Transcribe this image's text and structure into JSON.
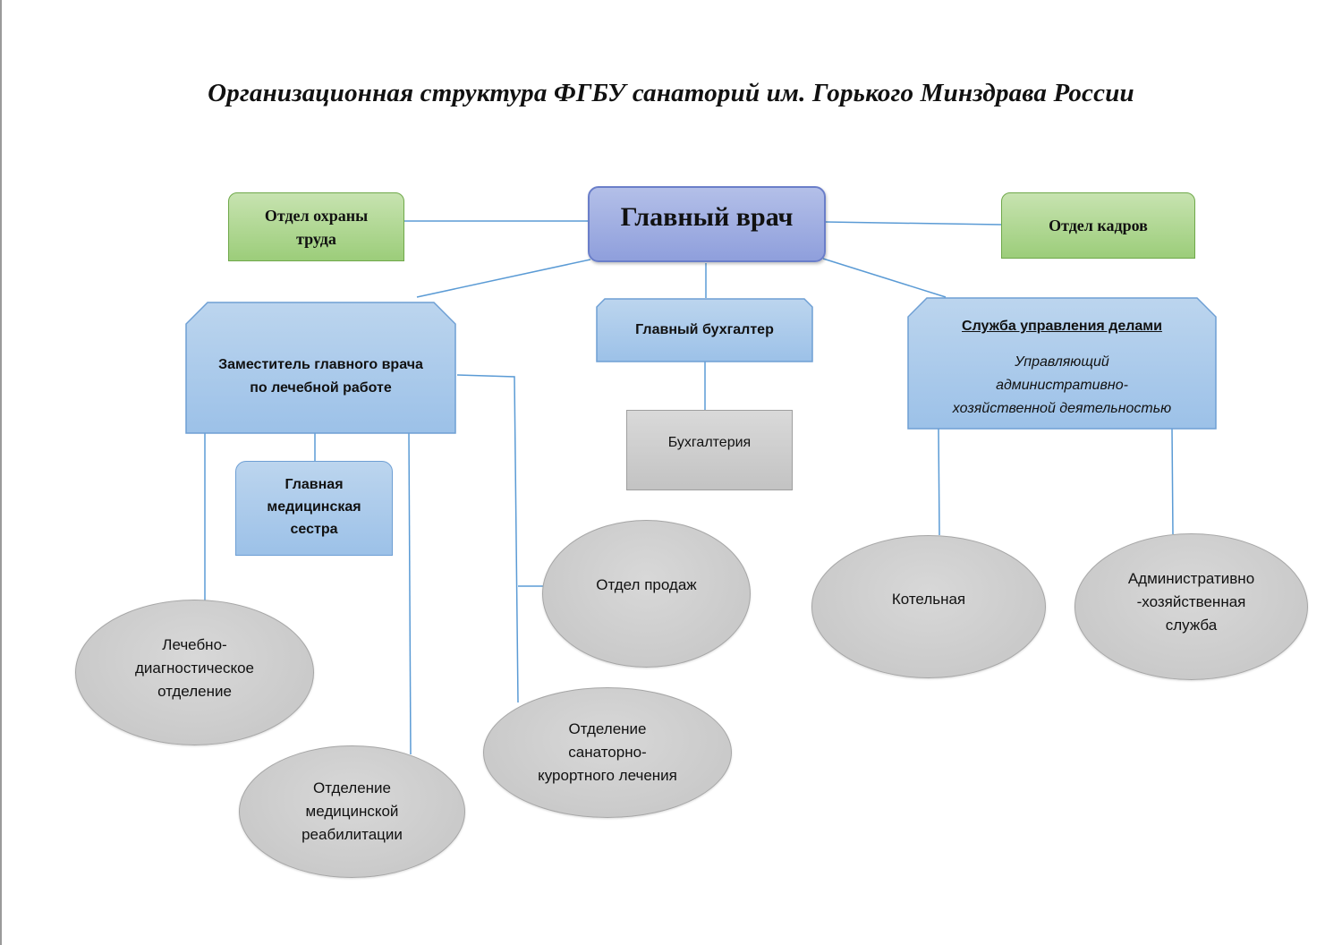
{
  "title": "Организационная структура ФГБУ санаторий им. Горького Минздрава России",
  "nodes": {
    "chief_doctor": "Главный врач",
    "labor_protection": [
      "Отдел охраны",
      "труда"
    ],
    "hr": "Отдел кадров",
    "deputy": [
      "Заместитель главного врача",
      "по лечебной работе"
    ],
    "chief_accountant": "Главный бухгалтер",
    "affairs": {
      "heading": "Служба управления делами",
      "subtitle": [
        "Управляющий",
        "административно-",
        "хозяйственной деятельностью"
      ]
    },
    "accounting": "Бухгалтерия",
    "head_nurse": [
      "Главная",
      "медицинская",
      "сестра"
    ],
    "sales": "Отдел продаж",
    "diagnostic": [
      "Лечебно-",
      "диагностическое",
      "отделение"
    ],
    "rehab": [
      "Отделение",
      "медицинской",
      "реабилитации"
    ],
    "sanatorium": [
      "Отделение",
      "санаторно-",
      "курортного лечения"
    ],
    "boiler": "Котельная",
    "admin_service": [
      "Административно",
      "-хозяйственная",
      "служба"
    ]
  },
  "colors": {
    "green_fill": "#9ccd7a",
    "chief_fill": "#8f9fdc",
    "blue_fill": "#9cc1e8",
    "gray_fill": "#c4c4c4",
    "connector": "#5b9bd5"
  }
}
